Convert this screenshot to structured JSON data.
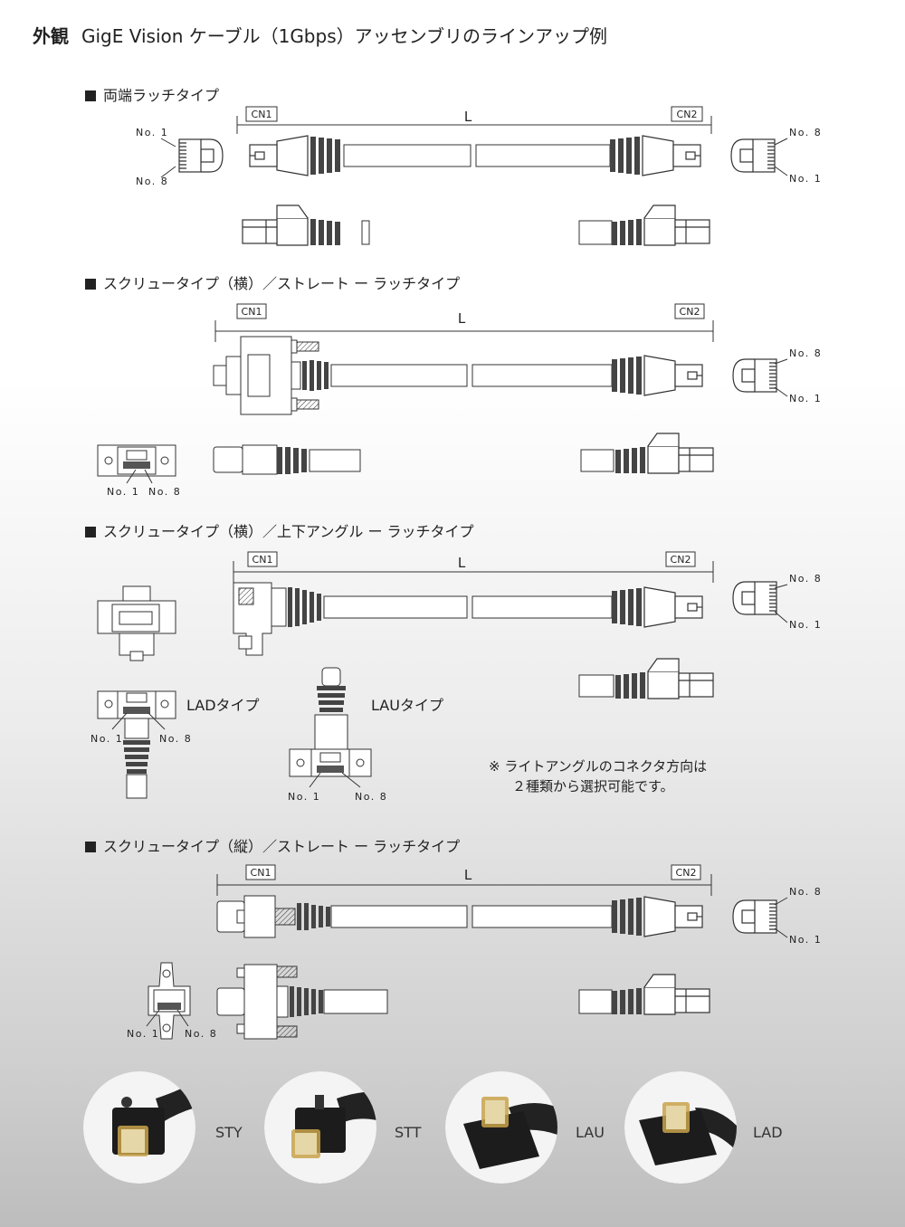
{
  "header": {
    "head": "外観",
    "subtitle": "GigE Vision ケーブル（1Gbps）アッセンブリのラインアップ例"
  },
  "sections": [
    {
      "title": "両端ラッチタイプ"
    },
    {
      "title": "スクリュータイプ（横）／ストレート ー ラッチタイプ"
    },
    {
      "title": "スクリュータイプ（横）／上下アングル ー ラッチタイプ"
    },
    {
      "title": "スクリュータイプ（縦）／ストレート ー ラッチタイプ"
    }
  ],
  "labels": {
    "cn1": "CN1",
    "cn2": "CN2",
    "length": "L",
    "pin1": "No. 1",
    "pin8": "No. 8"
  },
  "angle_types": {
    "lad": "LADタイプ",
    "lau": "LAUタイプ"
  },
  "note": {
    "line1": "※ ライトアングルのコネクタ方向は",
    "line2": "２種類から選択可能です。"
  },
  "photos": [
    {
      "label": "STY"
    },
    {
      "label": "STT"
    },
    {
      "label": "LAU"
    },
    {
      "label": "LAD"
    }
  ],
  "colors": {
    "line": "#333333",
    "text": "#222222",
    "connector_black": "#1c1c1c",
    "plug_gold": "#c8a24a"
  }
}
